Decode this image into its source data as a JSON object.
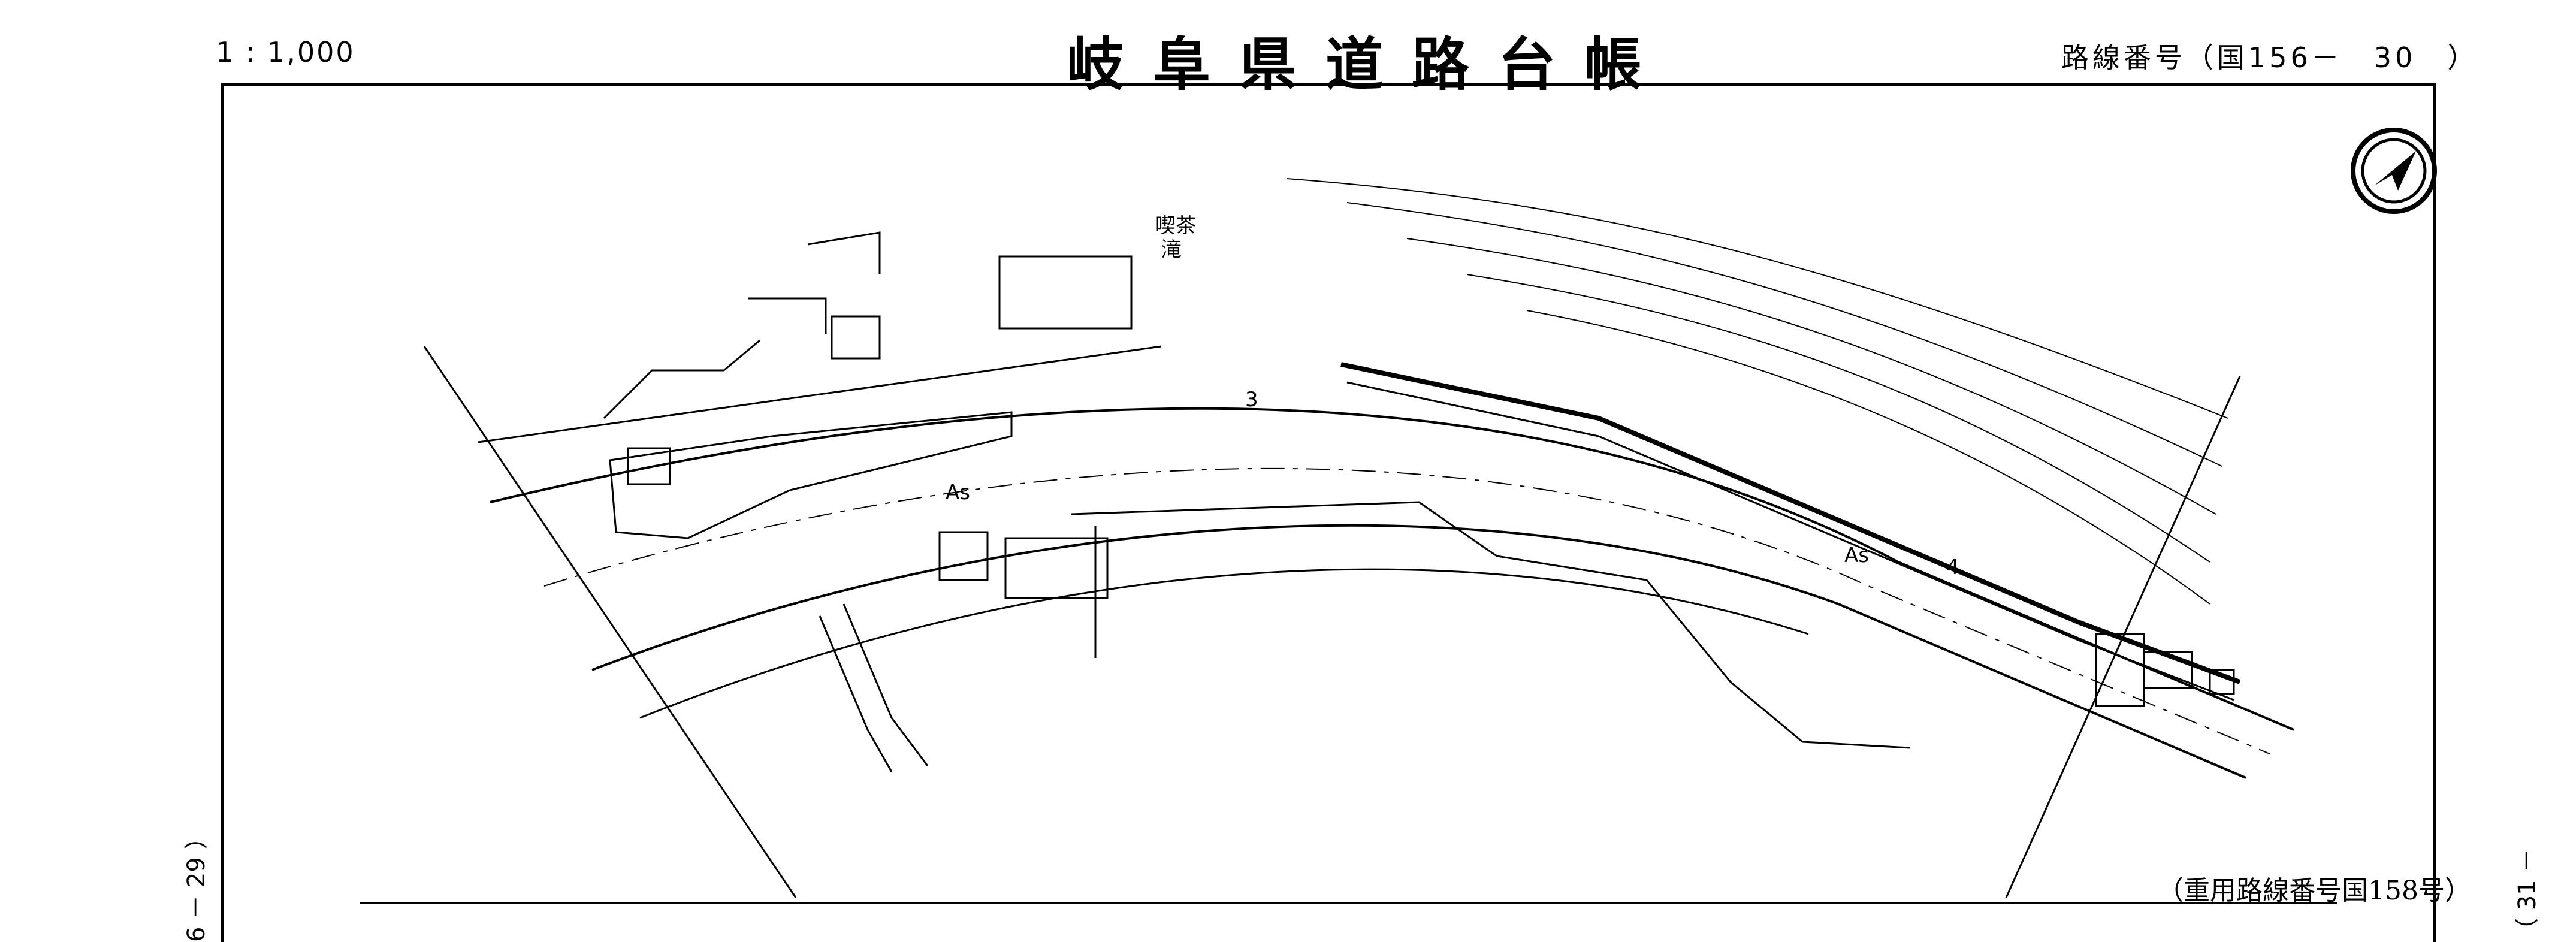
{
  "header": {
    "scale": "1 : 1,000",
    "title": "岐阜県道路台帳",
    "route_number": "路線番号（国156－　30　）"
  },
  "side_labels": {
    "left": "6 － 29 ）",
    "right": "（ 31 －"
  },
  "footnote": "（重用路線番号国158号）",
  "map_labels": {
    "road_surface_main": "As",
    "road_surface_right": "As",
    "shop": "喫茶",
    "shop_2": "滝",
    "station_3": "3",
    "station_4": "4"
  },
  "icons": {
    "compass": "north-arrow-icon"
  },
  "colors": {
    "ink": "#000000",
    "paper": "#ffffff"
  }
}
